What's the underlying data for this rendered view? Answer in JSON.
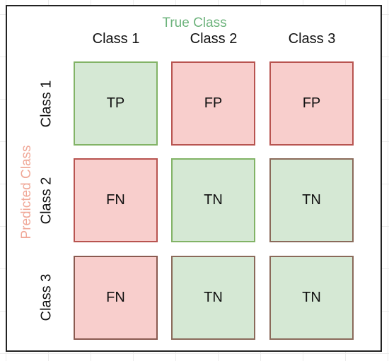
{
  "titles": {
    "true_class": "True Class",
    "predicted_class": "Predicted Class"
  },
  "columns": [
    "Class 1",
    "Class 2",
    "Class 3"
  ],
  "rows": [
    "Class 1",
    "Class 2",
    "Class 3"
  ],
  "cells": [
    [
      {
        "label": "TP",
        "fill": "#d5e8d4",
        "border": "#82b366"
      },
      {
        "label": "FP",
        "fill": "#f8cecc",
        "border": "#b85450"
      },
      {
        "label": "FP",
        "fill": "#f8cecc",
        "border": "#b85450"
      }
    ],
    [
      {
        "label": "FN",
        "fill": "#f8cecc",
        "border": "#b85450"
      },
      {
        "label": "TN",
        "fill": "#d5e8d4",
        "border": "#82b366"
      },
      {
        "label": "TN",
        "fill": "#d5e8d4",
        "border": "#8a6a5a"
      }
    ],
    [
      {
        "label": "FN",
        "fill": "#f8cecc",
        "border": "#8a5a50"
      },
      {
        "label": "TN",
        "fill": "#d5e8d4",
        "border": "#8a6a5a"
      },
      {
        "label": "TN",
        "fill": "#d5e8d4",
        "border": "#8a6a5a"
      }
    ]
  ],
  "colors": {
    "true_class_title": "#6db37c",
    "predicted_class_title": "#f0a898"
  }
}
